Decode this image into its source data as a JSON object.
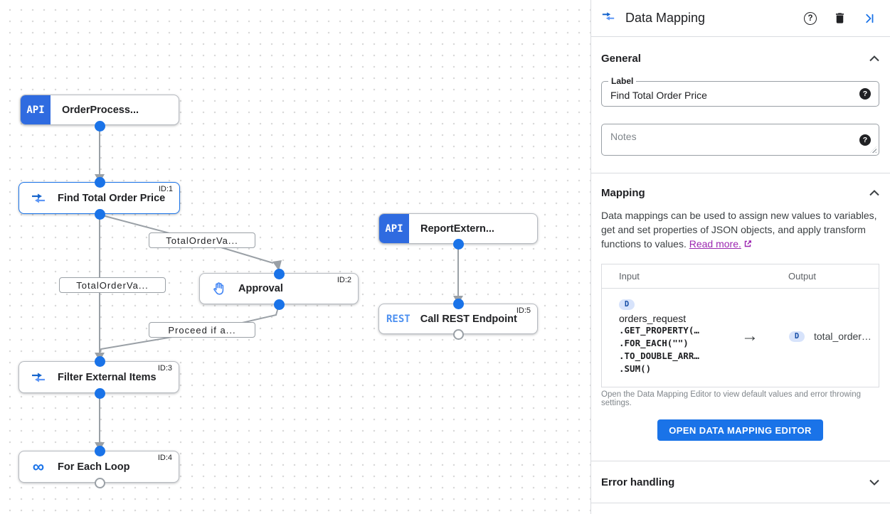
{
  "panel": {
    "title": "Data Mapping",
    "general": {
      "heading": "General",
      "label_field": {
        "label": "Label",
        "value": "Find Total Order Price"
      },
      "notes_placeholder": "Notes"
    },
    "mapping": {
      "heading": "Mapping",
      "description": "Data mappings can be used to assign new values to variables, get and set properties of JSON objects, and apply transform functions to values.",
      "read_more_label": "Read more.",
      "table": {
        "input_header": "Input",
        "output_header": "Output",
        "input_badge": "D",
        "input_variable": "orders_request",
        "input_functions": [
          ".GET_PROPERTY(…",
          ".FOR_EACH(\"\")",
          ".TO_DOUBLE_ARR…",
          ".SUM()"
        ],
        "output_badge": "D",
        "output_variable": "total_order…"
      },
      "caption": "Open the Data Mapping Editor to view default values and error throwing settings.",
      "open_editor_button": "OPEN DATA MAPPING EDITOR"
    },
    "error_handling": {
      "heading": "Error handling"
    }
  },
  "canvas": {
    "nodes": {
      "order_process": {
        "label": "OrderProcess...",
        "badge": "API"
      },
      "find_total": {
        "label": "Find Total Order Price",
        "id": "ID:1"
      },
      "approval": {
        "label": "Approval",
        "id": "ID:2"
      },
      "report_external": {
        "label": "ReportExtern...",
        "badge": "API"
      },
      "call_rest": {
        "label": "Call REST Endpoint",
        "id": "ID:5",
        "badge": "REST"
      },
      "filter_items": {
        "label": "Filter External Items",
        "id": "ID:3"
      },
      "for_each": {
        "label": "For Each Loop",
        "id": "ID:4",
        "loop_glyph": "∞"
      }
    },
    "edge_labels": {
      "to_approval": "TotalOrderVa...",
      "to_filter": "TotalOrderVa...",
      "from_approval": "Proceed if a..."
    },
    "mapping_arrow": "→"
  },
  "colors": {
    "accent_blue": "#1a73e8",
    "api_badge_blue": "#2f6be0",
    "edge_gray": "#9aa0a6",
    "link_purple": "#9c27b0"
  }
}
